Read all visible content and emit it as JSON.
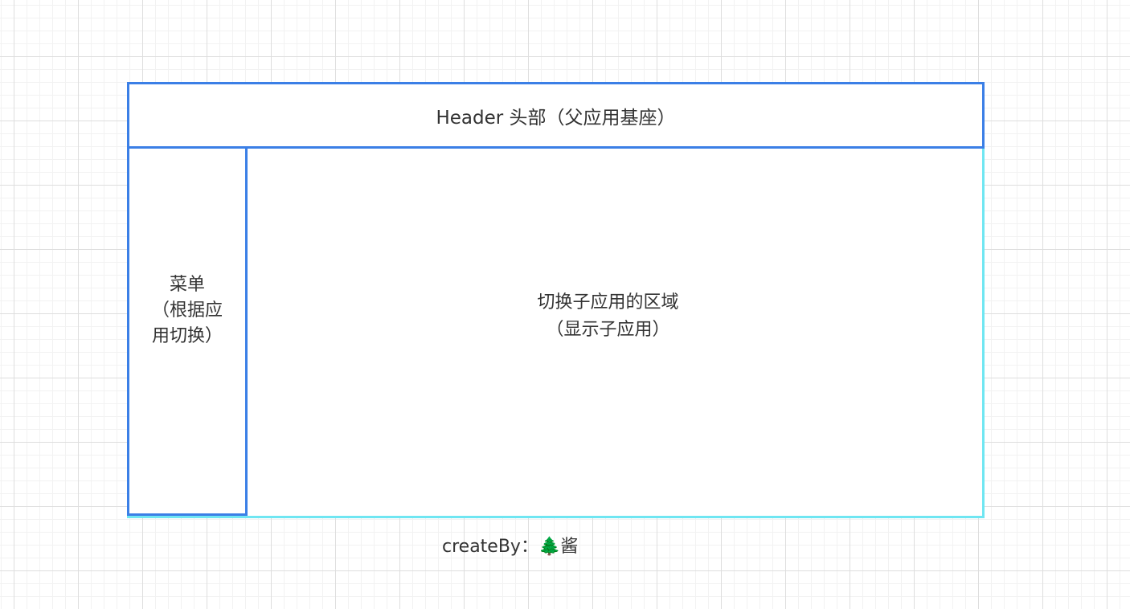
{
  "diagram": {
    "header": {
      "label": "Header 头部（父应用基座）"
    },
    "menu": {
      "lines": [
        "菜单",
        "（根据应",
        "用切换）"
      ]
    },
    "content": {
      "lines": [
        "切换子应用的区域",
        "（显示子应用）"
      ]
    },
    "credit": {
      "text": "createBy：🌲酱"
    },
    "colors": {
      "frame_border": "#3b7fe6",
      "content_border": "#6fe6f2",
      "text": "#333333"
    }
  }
}
